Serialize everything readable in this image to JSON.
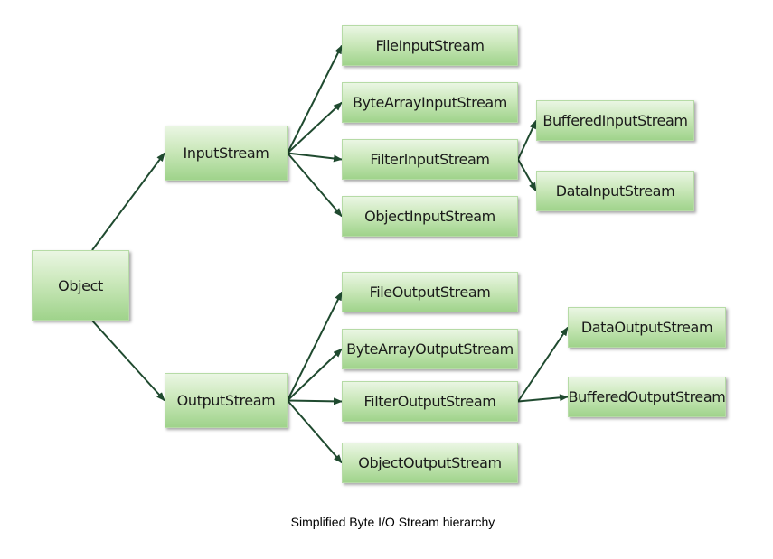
{
  "diagram": {
    "nodes": {
      "object": "Object",
      "input_stream": "InputStream",
      "output_stream": "OutputStream",
      "file_input_stream": "FileInputStream",
      "byte_array_input_stream": "ByteArrayInputStream",
      "filter_input_stream": "FilterInputStream",
      "object_input_stream": "ObjectInputStream",
      "buffered_input_stream": "BufferedInputStream",
      "data_input_stream": "DataInputStream",
      "file_output_stream": "FileOutputStream",
      "byte_array_output_stream": "ByteArrayOutputStream",
      "filter_output_stream": "FilterOutputStream",
      "object_output_stream": "ObjectOutputStream",
      "data_output_stream": "DataOutputStream",
      "buffered_output_stream": "BufferedOutputStream"
    },
    "edges": [
      [
        "object",
        "input_stream"
      ],
      [
        "object",
        "output_stream"
      ],
      [
        "input_stream",
        "file_input_stream"
      ],
      [
        "input_stream",
        "byte_array_input_stream"
      ],
      [
        "input_stream",
        "filter_input_stream"
      ],
      [
        "input_stream",
        "object_input_stream"
      ],
      [
        "filter_input_stream",
        "buffered_input_stream"
      ],
      [
        "filter_input_stream",
        "data_input_stream"
      ],
      [
        "output_stream",
        "file_output_stream"
      ],
      [
        "output_stream",
        "byte_array_output_stream"
      ],
      [
        "output_stream",
        "filter_output_stream"
      ],
      [
        "output_stream",
        "object_output_stream"
      ],
      [
        "filter_output_stream",
        "data_output_stream"
      ],
      [
        "filter_output_stream",
        "buffered_output_stream"
      ]
    ],
    "edge_color": "#1f4a2f",
    "box_color": "#b9e0a7",
    "caption": "Simplified Byte I/O Stream hierarchy"
  }
}
